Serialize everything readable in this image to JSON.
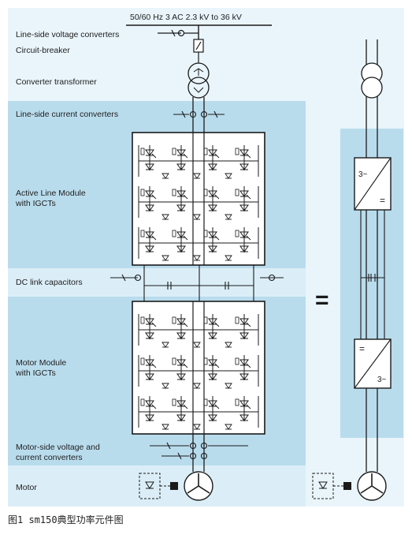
{
  "supply_label": "50/60 Hz 3 AC 2.3 kV to 36 kV",
  "row_labels": {
    "line_voltage": "Line-side voltage converters",
    "breaker": "Circuit-breaker",
    "transformer": "Converter transformer",
    "line_current": "Line-side current converters",
    "alm_1": "Active Line Module",
    "alm_2": "with IGCTs",
    "dc_link": "DC link capacitors",
    "mm_1": "Motor Module",
    "mm_2": "with IGCTs",
    "motor_conv_1": "Motor-side voltage and",
    "motor_conv_2": "current converters",
    "motor": "Motor"
  },
  "equals": "=",
  "caption": "图1 sm150典型功率元件图",
  "colors": {
    "band": "#b9dced",
    "band_light": "#dbeef7",
    "line": "#1a1a1a",
    "module_bg": "#ffffff",
    "right_panel": "#b9dced"
  }
}
